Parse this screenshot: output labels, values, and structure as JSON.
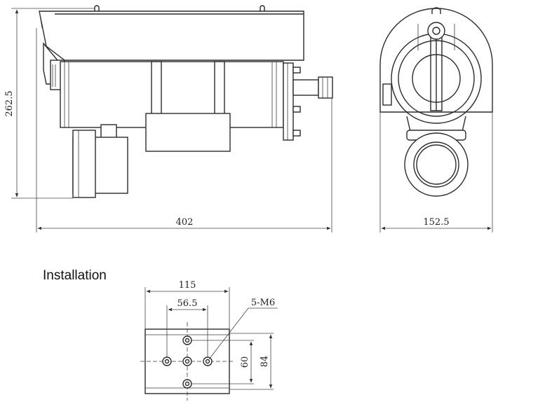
{
  "section_label": "Installation",
  "side_view": {
    "height_dim": "262.5",
    "length_dim": "402"
  },
  "front_view": {
    "width_dim": "152.5"
  },
  "mount_plate": {
    "width_dim": "115",
    "hole_span_dim": "56.5",
    "hole_spec": "5-M6",
    "inner_height_dim": "60",
    "plate_height_dim": "84"
  }
}
